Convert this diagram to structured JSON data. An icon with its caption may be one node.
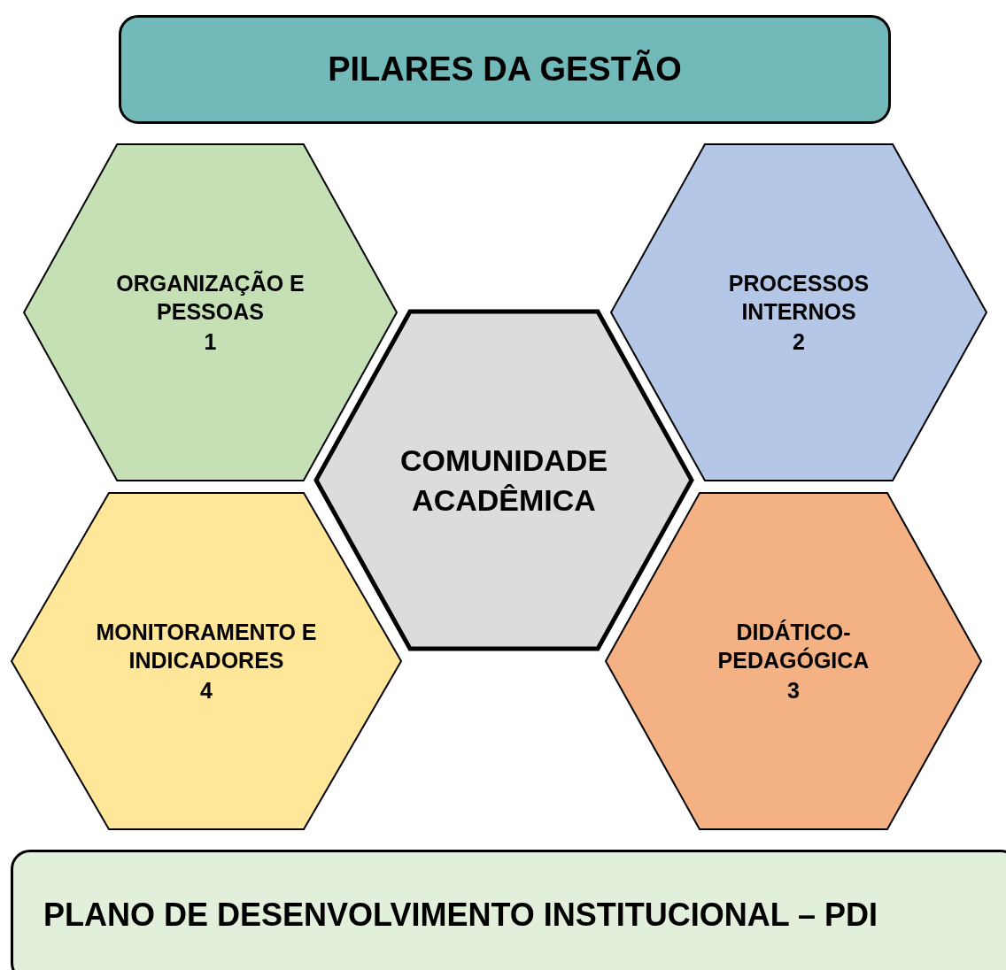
{
  "diagram": {
    "nodes": [
      {
        "text": [
          "PILARES DA GESTÃO"
        ]
      },
      {
        "text": [
          "ORGANIZAÇÃO E PESSOAS",
          "1"
        ]
      },
      {
        "text": [
          "PROCESSOS INTERNOS",
          "2"
        ]
      },
      {
        "text": [
          "COMUNIDADE ACADÊMICA"
        ]
      },
      {
        "text": [
          "MONITORAMENTO E INDICADORES",
          "4"
        ]
      },
      {
        "text": [
          "DIDÁTICO-PEDAGÓGICA",
          "3"
        ]
      },
      {
        "text": [
          "PLANO DE DESENVOLVIMENTO INSTITUCIONAL – PDI"
        ]
      }
    ],
    "edges": []
  }
}
